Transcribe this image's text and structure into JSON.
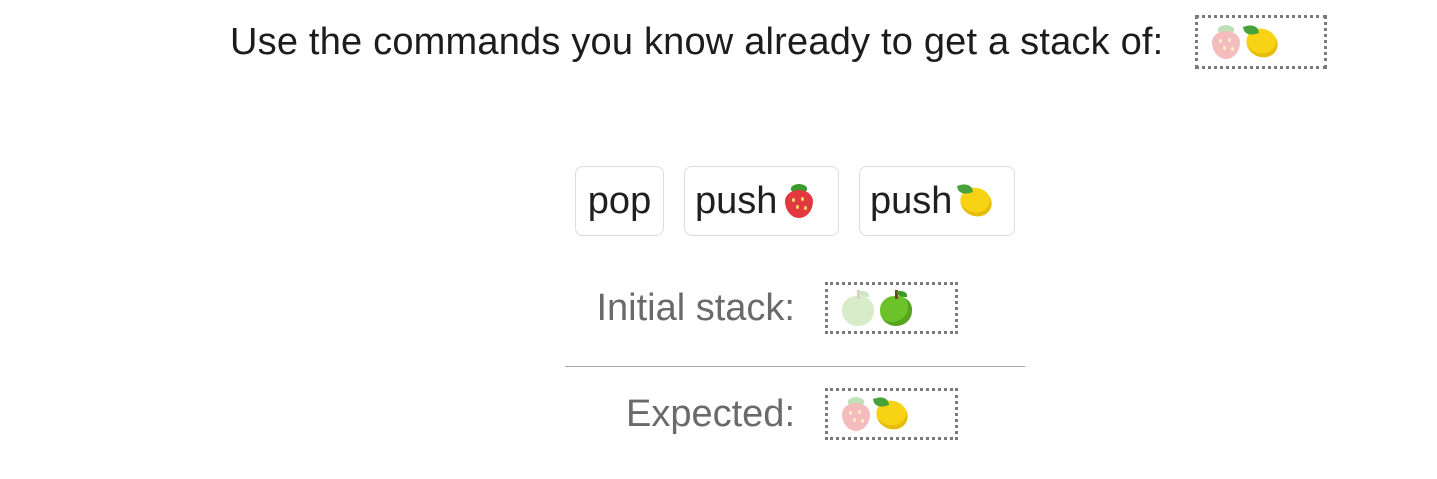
{
  "instruction": {
    "text": "Use the commands you know already to get a stack of:",
    "goal_stack": [
      "strawberry-faded",
      "lemon"
    ]
  },
  "commands": [
    {
      "label": "pop",
      "fruit": null
    },
    {
      "label": "push",
      "fruit": "strawberry"
    },
    {
      "label": "push",
      "fruit": "lemon"
    }
  ],
  "initial_stack": {
    "label": "Initial stack:",
    "items": [
      "green-apple-faded",
      "green-apple"
    ]
  },
  "expected_stack": {
    "label": "Expected:",
    "items": [
      "strawberry-faded",
      "lemon"
    ]
  }
}
